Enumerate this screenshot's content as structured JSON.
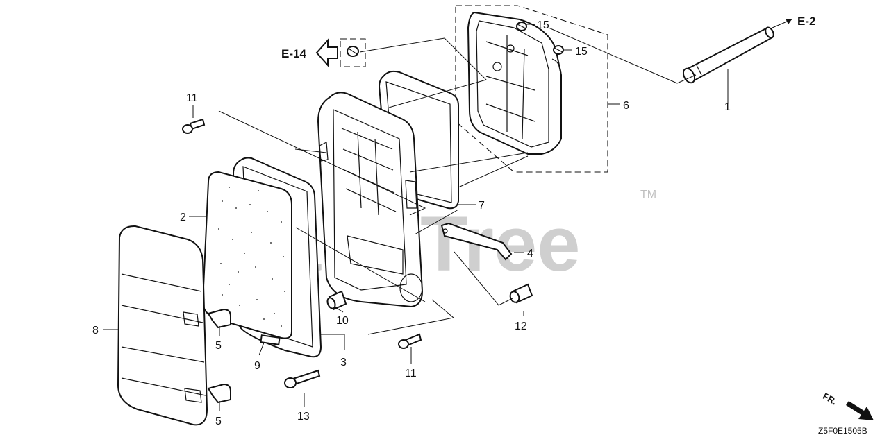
{
  "diagram": {
    "drawing_code": "Z5F0E1505B",
    "watermark": "PartsTree",
    "trademark": "TM",
    "direction_label": "FR.",
    "references": [
      {
        "id": "ref-e2",
        "text": "E-2"
      },
      {
        "id": "ref-e14",
        "text": "E-14"
      }
    ],
    "callouts": [
      "1",
      "2",
      "3",
      "4",
      "5",
      "5",
      "6",
      "7",
      "8",
      "9",
      "10",
      "11",
      "11",
      "12",
      "13",
      "15",
      "15"
    ]
  }
}
